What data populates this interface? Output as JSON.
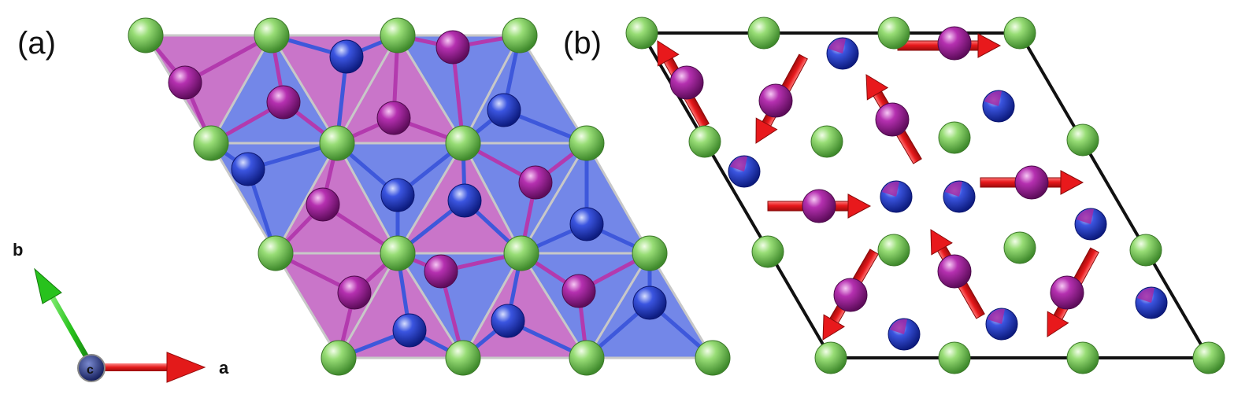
{
  "panels": {
    "a": {
      "label": "(a)"
    },
    "b": {
      "label": "(b)"
    }
  },
  "axes": {
    "a_label": "a",
    "b_label": "b",
    "c_label": "c"
  },
  "colors": {
    "green_atom": "#7cc860",
    "magenta_atom": "#a61ea2",
    "blue_atom": "#2f48d8",
    "magenta_face": "#c766c4",
    "blue_face": "#5a73e6",
    "arrow": "#e8191c",
    "cell_edge": "#111111"
  }
}
